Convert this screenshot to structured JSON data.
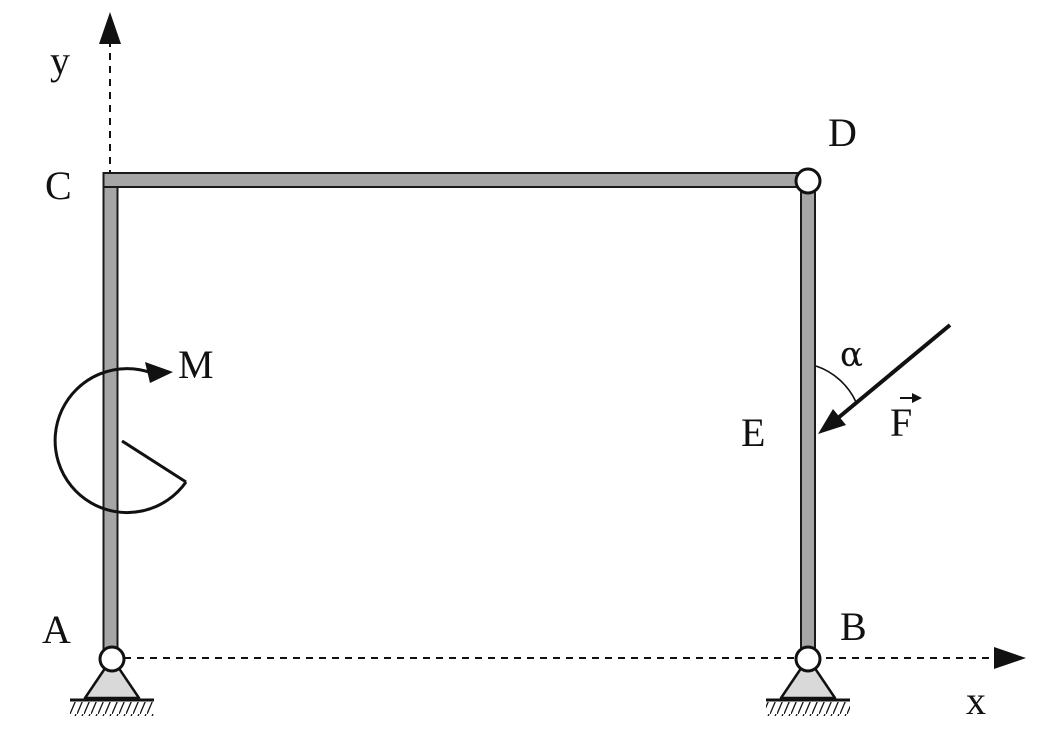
{
  "labels": {
    "y_axis": "y",
    "x_axis": "x",
    "point_a": "A",
    "point_b": "B",
    "point_c": "C",
    "point_d": "D",
    "point_e": "E",
    "moment": "M",
    "force": "F",
    "angle": "α"
  },
  "colors": {
    "member_fill": "#a6a6a6",
    "member_outline": "#1a1a1a",
    "support_fill": "#d9d9d9",
    "ink": "#111111",
    "background": "#ffffff"
  }
}
